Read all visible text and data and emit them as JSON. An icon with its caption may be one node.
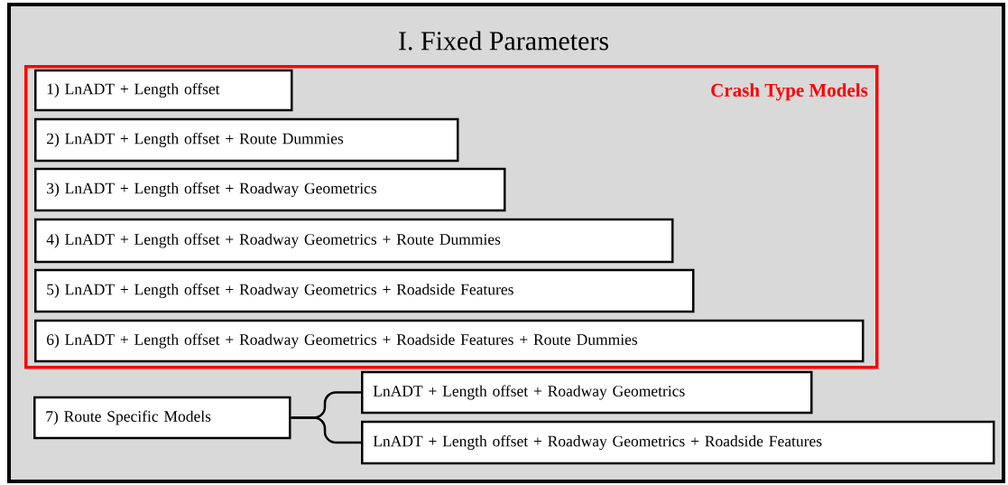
{
  "diagram": {
    "title": "I. Fixed Parameters",
    "nodes": [
      {
        "text": [
          "Crash Type Models"
        ]
      },
      {
        "text": [
          "1) LnADT + Length offset"
        ],
        "in": 0
      },
      {
        "text": [
          "2) LnADT + Length offset + Route Dummies"
        ],
        "in": 0
      },
      {
        "text": [
          "3) LnADT + Length offset + Roadway Geometrics"
        ],
        "in": 0
      },
      {
        "text": [
          "4) LnADT + Length offset + Roadway Geometrics + Route Dummies"
        ],
        "in": 0
      },
      {
        "text": [
          "5) LnADT + Length offset + Roadway Geometrics + Roadside Features"
        ],
        "in": 0
      },
      {
        "text": [
          "6) LnADT + Length offset + Roadway Geometrics + Roadside Features + Route Dummies"
        ],
        "in": 0
      },
      {
        "text": [
          "7) Route Specific Models"
        ]
      },
      {
        "text": [
          "LnADT + Length offset + Roadway Geometrics"
        ]
      },
      {
        "text": [
          "LnADT + Length offset + Roadway Geometrics + Roadside Features"
        ]
      }
    ],
    "edges": [
      {
        "from": 7,
        "to": 8,
        "arrow": "none"
      },
      {
        "from": 7,
        "to": 9,
        "arrow": "none"
      }
    ]
  }
}
